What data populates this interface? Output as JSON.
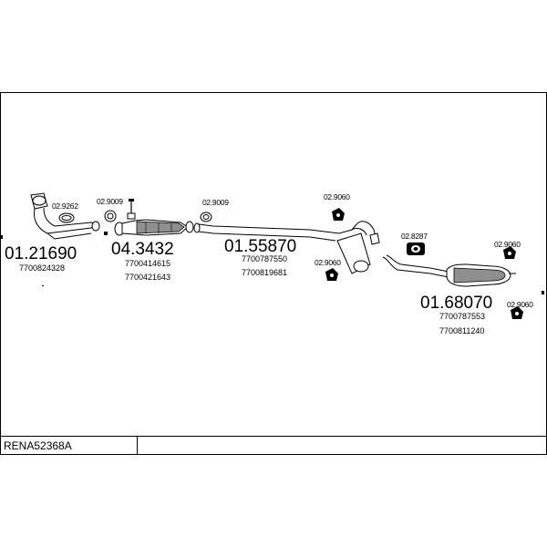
{
  "diagram": {
    "reference": "RENA52368A",
    "parts": [
      {
        "number": "01.21690",
        "oem": [
          "7700824328"
        ]
      },
      {
        "number": "04.3432",
        "oem": [
          "7700414615",
          "7700421643"
        ]
      },
      {
        "number": "01.55870",
        "oem": [
          "7700787550",
          "7700819681"
        ]
      },
      {
        "number": "01.68070",
        "oem": [
          "7700787553",
          "7700811240"
        ]
      }
    ],
    "accessories": [
      {
        "number": "02.9262"
      },
      {
        "number": "02.9009"
      },
      {
        "number": "02.9009"
      },
      {
        "number": "02.9060"
      },
      {
        "number": "02.9060"
      },
      {
        "number": "02.8287"
      },
      {
        "number": "02.9060"
      },
      {
        "number": "02.9060"
      }
    ]
  }
}
